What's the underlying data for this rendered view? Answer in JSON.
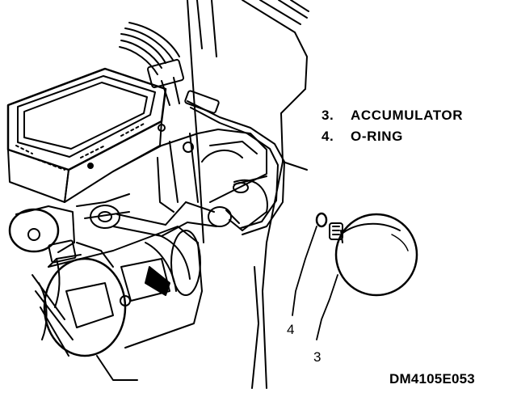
{
  "legend": [
    {
      "number": "3.",
      "label": "ACCUMULATOR"
    },
    {
      "number": "4.",
      "label": "O-RING"
    }
  ],
  "callouts": {
    "accumulator": "3",
    "o_ring": "4"
  },
  "figure_code": "DM4105E053",
  "colors": {
    "ink": "#000000",
    "paper": "#ffffff"
  }
}
